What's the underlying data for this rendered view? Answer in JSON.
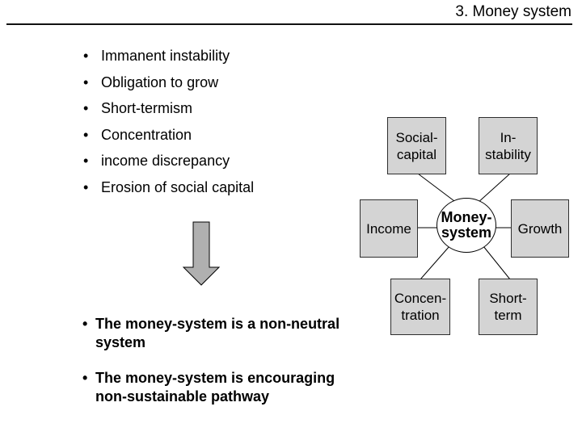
{
  "header": {
    "title": "3. Money system"
  },
  "list": {
    "bullet_glyph": "•",
    "items": [
      "Immanent instability",
      "Obligation to grow",
      "Short-termism",
      "Concentration",
      "income discrepancy",
      "Erosion of social capital"
    ]
  },
  "conclusions": {
    "bullet_glyph": "•",
    "items": [
      "The money-system is a non-neutral\nsystem",
      "The money-system is encouraging\nnon-sustainable pathway"
    ]
  },
  "diagram": {
    "center_label": "Money-\nsystem",
    "nodes": [
      {
        "label": "Social-\ncapital"
      },
      {
        "label": "In-\nstability"
      },
      {
        "label": "Income"
      },
      {
        "label": "Growth"
      },
      {
        "label": "Concen-\ntration"
      },
      {
        "label": "Short-\nterm"
      }
    ]
  },
  "icons": {
    "arrow": "down-arrow-icon"
  },
  "colors": {
    "box_fill": "#d4d4d4",
    "box_border": "#2e2e2e",
    "arrow_fill": "#b0b0b0",
    "connector": "#000000",
    "rule": "#111111"
  }
}
